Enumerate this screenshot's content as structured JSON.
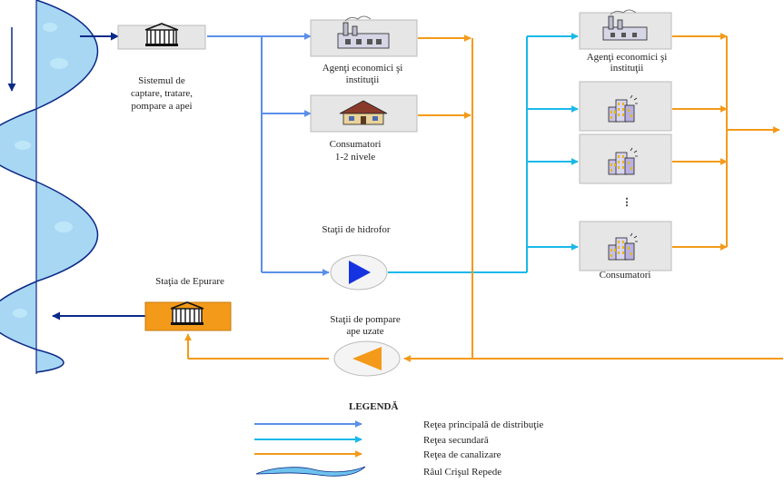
{
  "labels": {
    "source_line1": "Sistemul de",
    "source_line2": "captare, tratare,",
    "source_line3": "pompare a apei",
    "agents_main_line1": "Agenţi economici şi",
    "agents_main_line2": "instituţii",
    "consumers_main_line1": "Consumatori",
    "consumers_main_line2": "1-2 nivele",
    "booster": "Staţii de hidrofor",
    "treatment": "Staţia de Epurare",
    "wastewater_pump_line1": "Staţii de pompare",
    "wastewater_pump_line2": "ape uzate",
    "agents_sec_line1": "Agenţi economici şi",
    "agents_sec_line2": "instituţii",
    "consumers_sec": "Consumatori",
    "ellipsis": "⋮"
  },
  "legend": {
    "title": "LEGENDĂ",
    "items": [
      {
        "label": "Reţea principală de distribuţie",
        "color": "#5b8fea"
      },
      {
        "label": "Reţea secundară",
        "color": "#1ab8ea"
      },
      {
        "label": "Reţea de canalizare",
        "color": "#f39a1a"
      },
      {
        "label": "Râul Crişul Repede",
        "color": "#6ec3ee"
      }
    ]
  },
  "colors": {
    "main_network": "#5b8fea",
    "secondary_network": "#1ab8ea",
    "sewer_network": "#f39a1a",
    "river_fill": "#9fd3f3",
    "river_dark": "#0a2a88",
    "treatment_box": "#f39a1a",
    "pump_blue": "#1533e0",
    "icon_box": "#e6e6e6"
  },
  "icons": {
    "source": "water-plant-icon",
    "agents": "factory-icon",
    "houses": "house-icon",
    "buildings": "apartment-building-icon",
    "pump": "play-pump-icon",
    "treatment": "treatment-plant-icon"
  }
}
